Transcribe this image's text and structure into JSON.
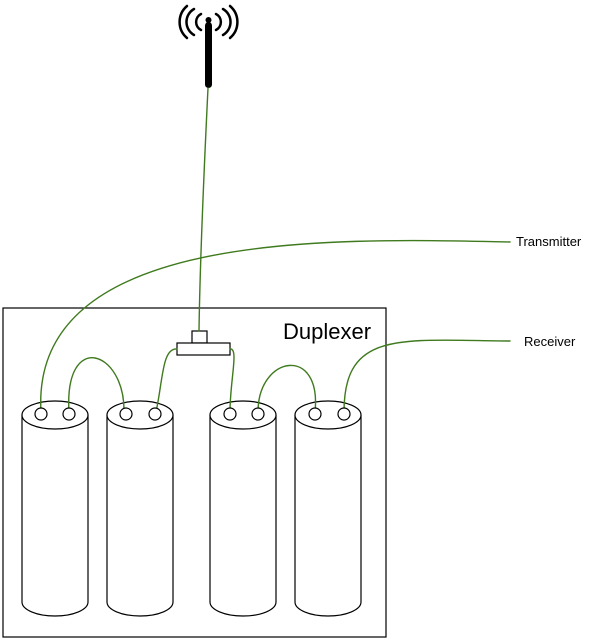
{
  "diagram": {
    "box_label": "Duplexer",
    "transmitter_label": "Transmitter",
    "receiver_label": "Receiver"
  },
  "colors": {
    "wire": "#3f7a1e",
    "outline": "#000000",
    "background": "#ffffff"
  },
  "icons": {
    "antenna": "antenna-icon"
  }
}
